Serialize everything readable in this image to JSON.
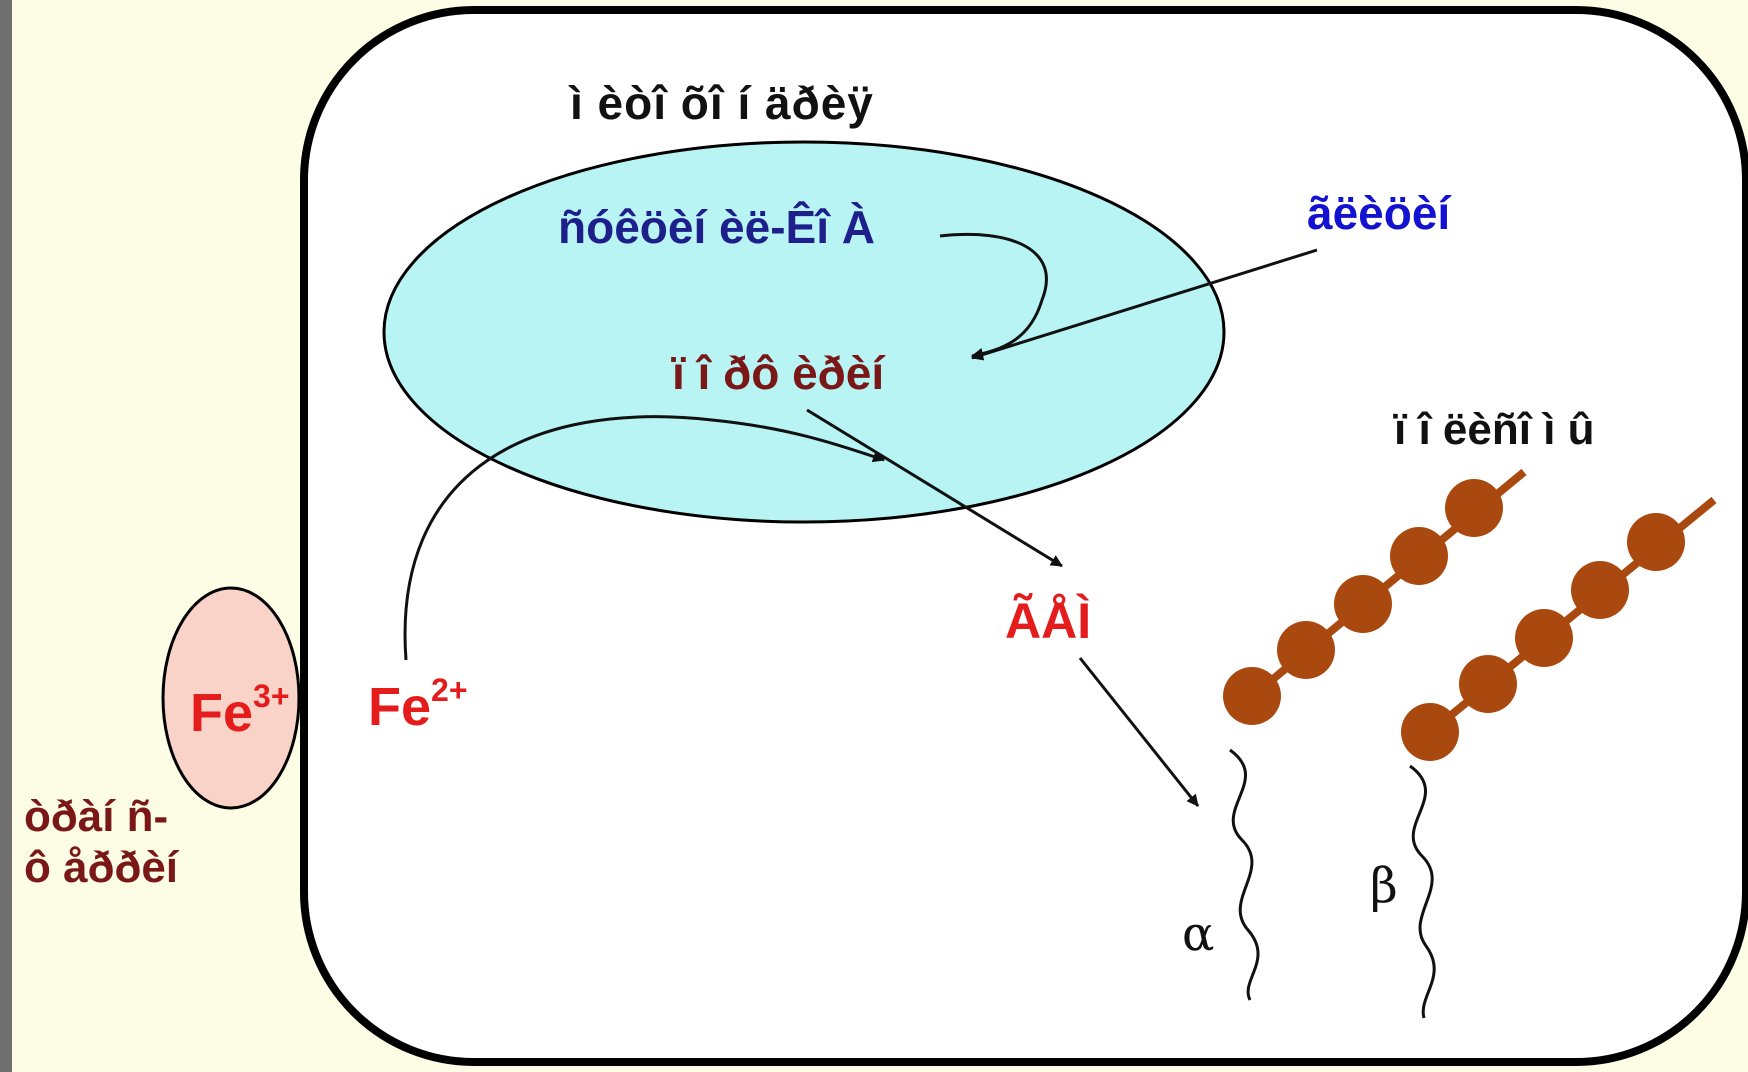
{
  "diagram": {
    "mitochondrion_label": "ì èòî õî í äðèÿ",
    "succinyl_coa_label": "ñóêöèí èë-Êî À",
    "glycine_label": "ãëèöèí",
    "porphyrin_label": "ï î ðô èðèí",
    "heme_label": "ÃÅÌ",
    "polysomes_label": "ï î ëèñî ì û",
    "transferrin_label_line1": "òðàí ñ-",
    "transferrin_label_line2": "ô åððèí",
    "fe3": {
      "base": "Fe",
      "charge": "3+"
    },
    "fe2": {
      "base": "Fe",
      "charge": "2+"
    },
    "alpha_label": "α",
    "beta_label": "β"
  },
  "colors": {
    "slide_background": "#fdfde6",
    "cell_fill": "#ffffff",
    "mitochondrion_fill": "#b8f4f4",
    "transferrin_fill": "#f9d3c8",
    "ribosome_fill": "#a9490f",
    "red_label": "#e51c1c",
    "dark_red_label": "#7a1818",
    "blue_label": "#1212d0",
    "navy_label": "#1f1f8c"
  },
  "icons": {
    "ribosome": "ribosome-bead-icon",
    "chain": "globin-chain-icon"
  }
}
